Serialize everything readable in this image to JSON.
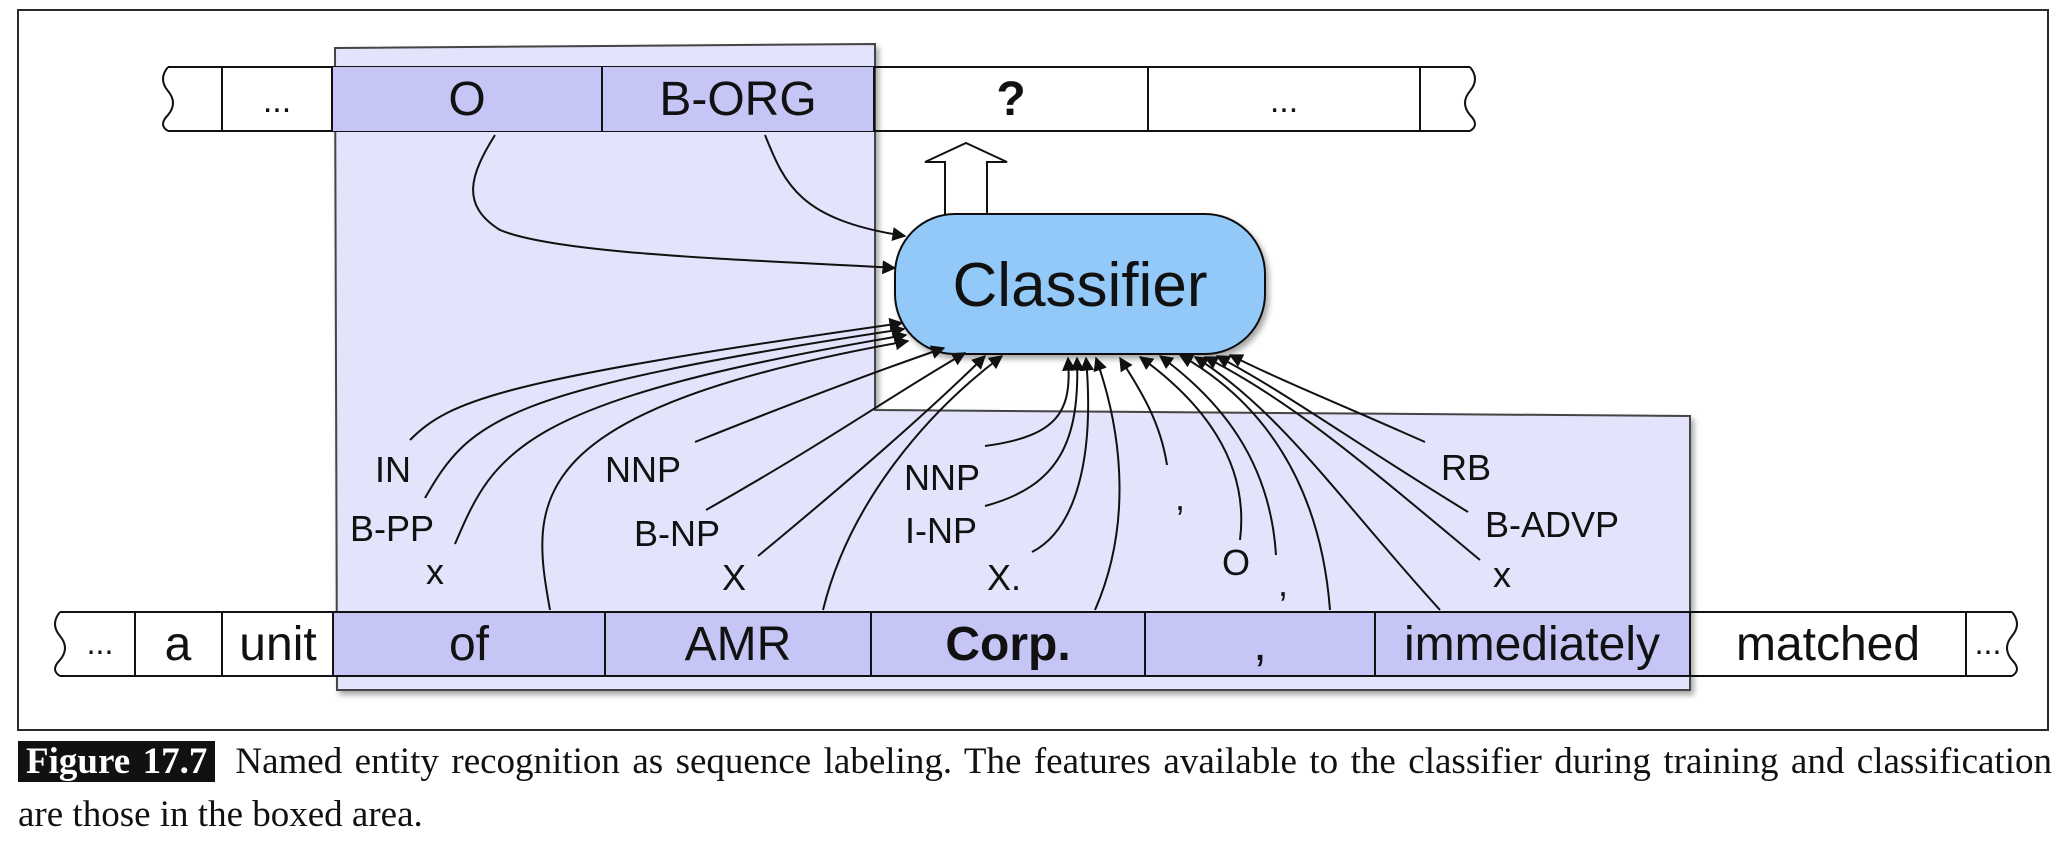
{
  "top_row": {
    "cells": [
      "...",
      "O",
      "B-ORG",
      "?",
      "..."
    ]
  },
  "classifier": {
    "label": "Classifier"
  },
  "bottom_row": {
    "cells": [
      "...",
      "a",
      "unit",
      "of",
      "AMR",
      "Corp.",
      ",",
      "immediately",
      "matched",
      "..."
    ]
  },
  "features": {
    "of_pos": "IN",
    "of_chunk": "B-PP",
    "of_shape": "x",
    "amr_pos": "NNP",
    "amr_chunk": "B-NP",
    "amr_shape": "X",
    "corp_pos": "NNP",
    "corp_chunk": "I-NP",
    "corp_shape": "X.",
    "comma_pos": ",",
    "comma_chunk": "O",
    "comma_shape": ",",
    "imm_pos": "RB",
    "imm_chunk": "B-ADVP",
    "imm_shape": "x"
  },
  "caption": {
    "label": "Figure 17.7",
    "text": "Named entity recognition as sequence labeling. The features available to the classifier during training and classification are those in the boxed area."
  },
  "colors": {
    "context_box": "#e3e3fb",
    "highlight_cell": "#c6c6f6",
    "classifier_fill": "#93c9f8"
  }
}
